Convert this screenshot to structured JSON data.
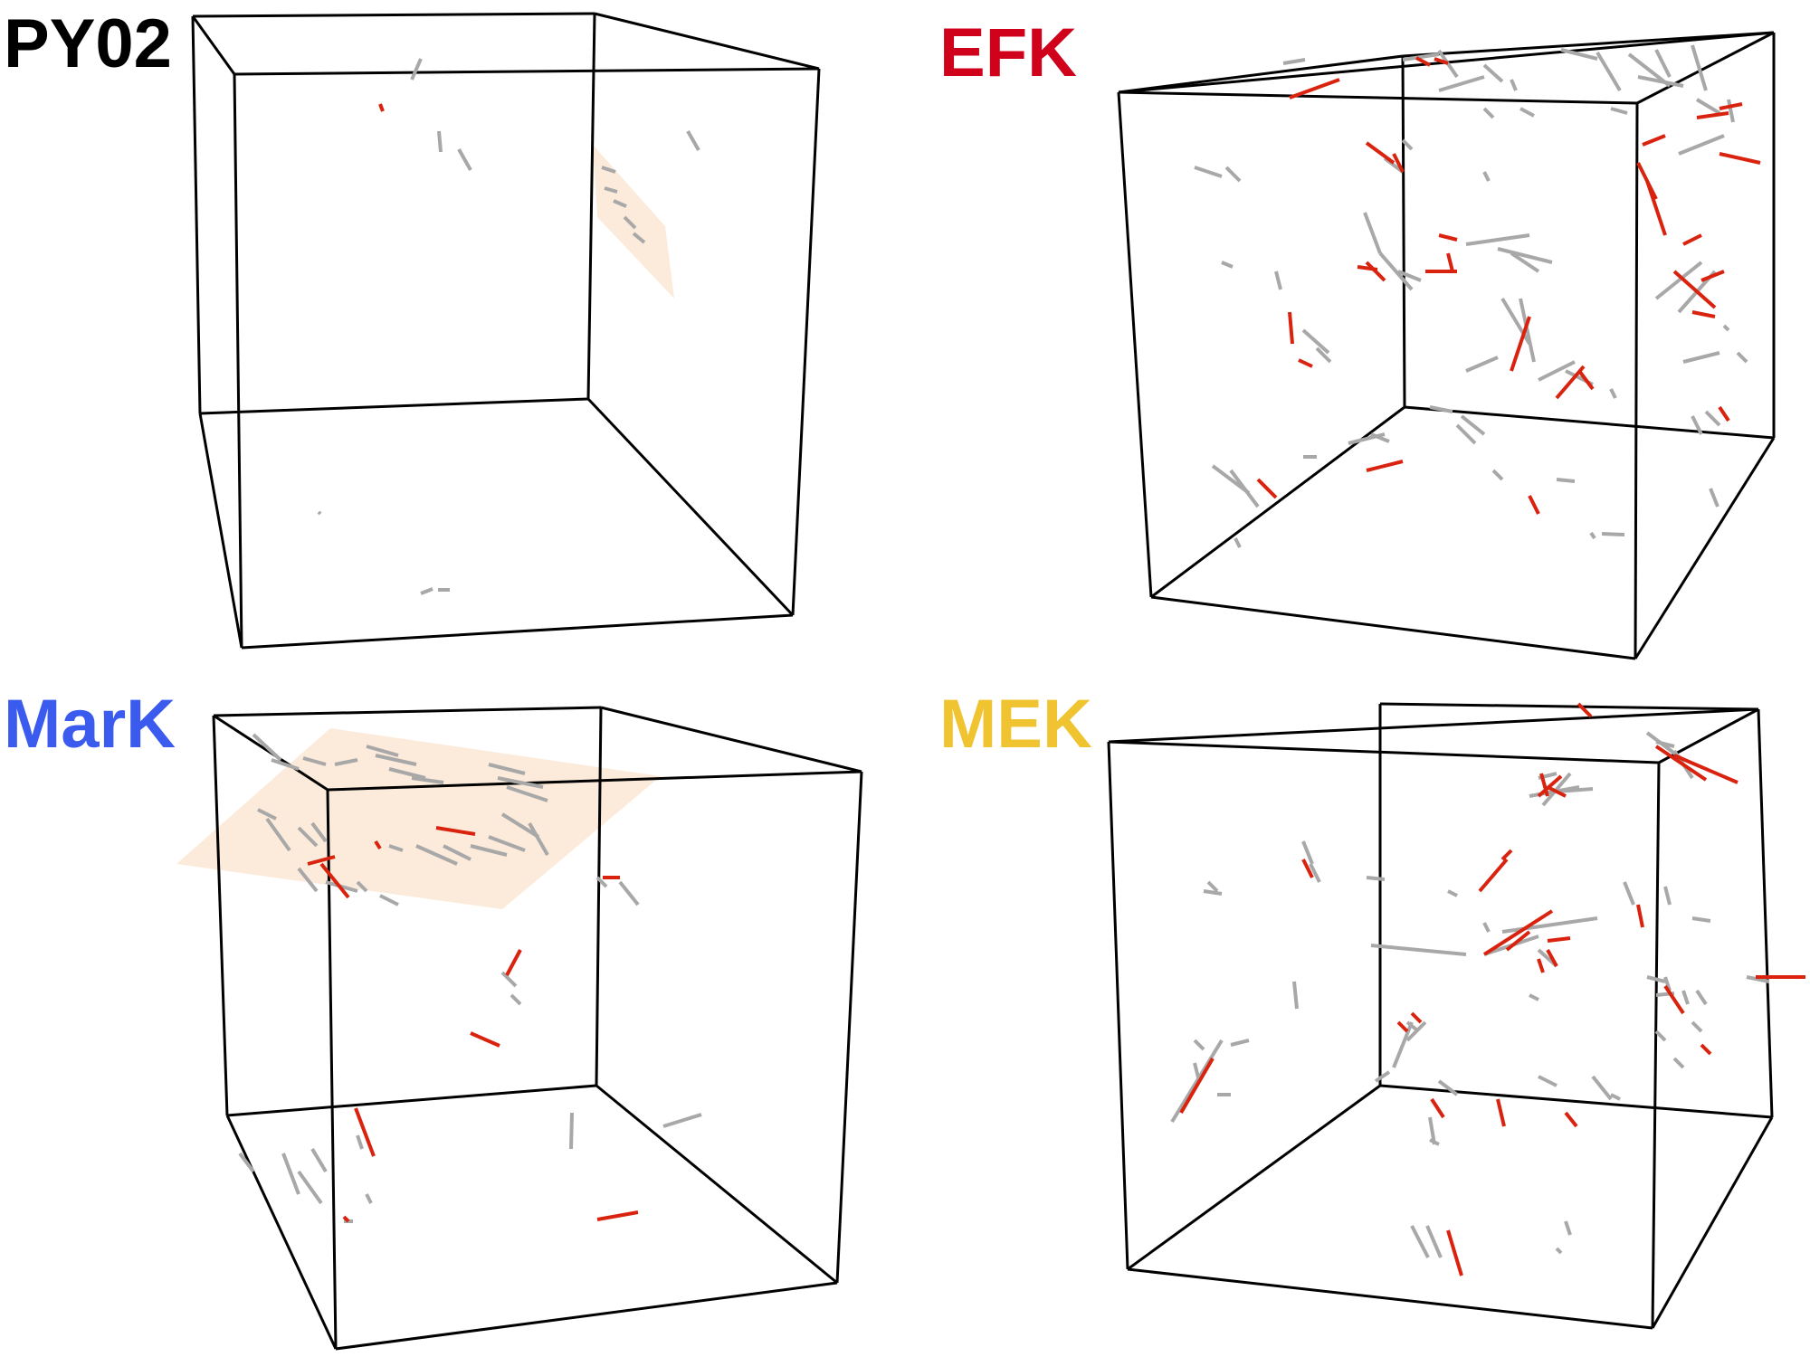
{
  "panels": [
    {
      "id": "py02",
      "title": "PY02",
      "title_color": "#000000"
    },
    {
      "id": "efk",
      "title": "EFK",
      "title_color": "#d0021b"
    },
    {
      "id": "mark",
      "title": "MarK",
      "title_color": "#3b5bef"
    },
    {
      "id": "mek",
      "title": "MEK",
      "title_color": "#f0c330"
    }
  ],
  "colors": {
    "cube_edge": "#000000",
    "segment_gray": "#a8a8a8",
    "segment_red": "#d9230f",
    "plane_fill": "#fbe3cc"
  }
}
